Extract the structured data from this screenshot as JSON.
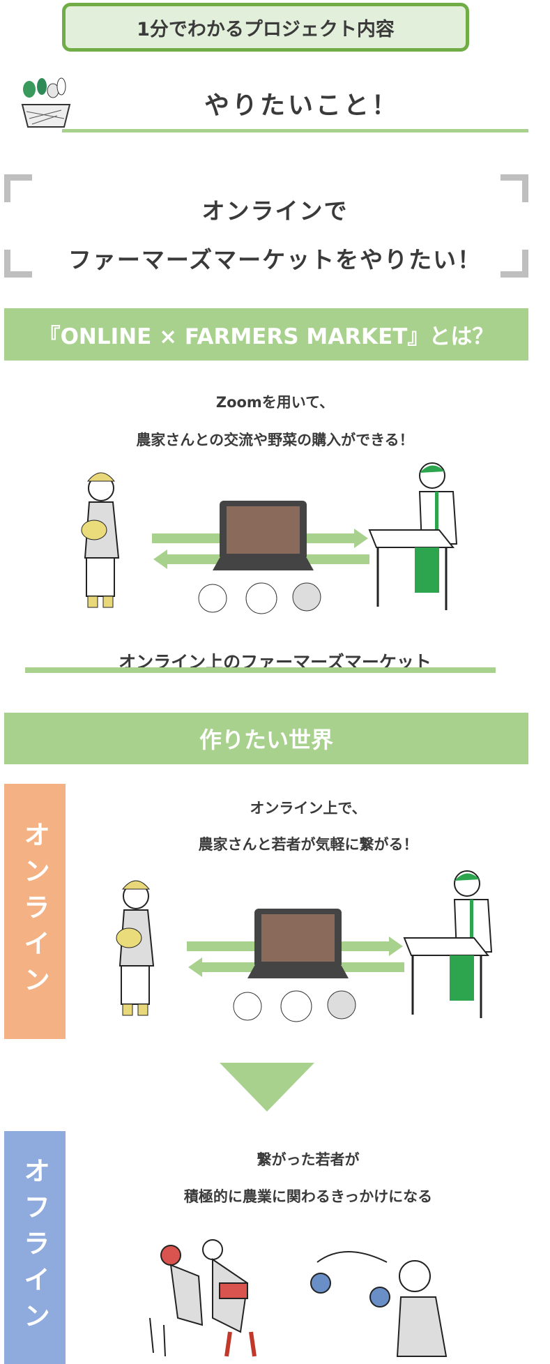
{
  "header": {
    "title": "1分でわかるプロジェクト内容"
  },
  "want": {
    "heading": "やりたいこと！",
    "statement_line1": "オンラインで",
    "statement_line2": "ファーマーズマーケットをやりたい！"
  },
  "about": {
    "bar_label": "『ONLINE × FARMERS MARKET』とは？",
    "desc_line1": "Zoomを用いて、",
    "desc_line2": "農家さんとの交流や野菜の購入ができる！",
    "caption": "オンライン上のファーマーズマーケット"
  },
  "world": {
    "bar_label": "作りたい世界",
    "online": {
      "side_label": "オンライン",
      "line1": "オンライン上で、",
      "line2": "農家さんと若者が気軽に繋がる！"
    },
    "offline": {
      "side_label": "オフライン",
      "line1": "繋がった若者が",
      "line2": "積極的に農業に関わるきっかけになる"
    }
  },
  "colors": {
    "green": "#a9d18e",
    "dark_green": "#70ad47",
    "light_green": "#e2efda",
    "orange": "#f4b183",
    "blue": "#8faadc"
  }
}
